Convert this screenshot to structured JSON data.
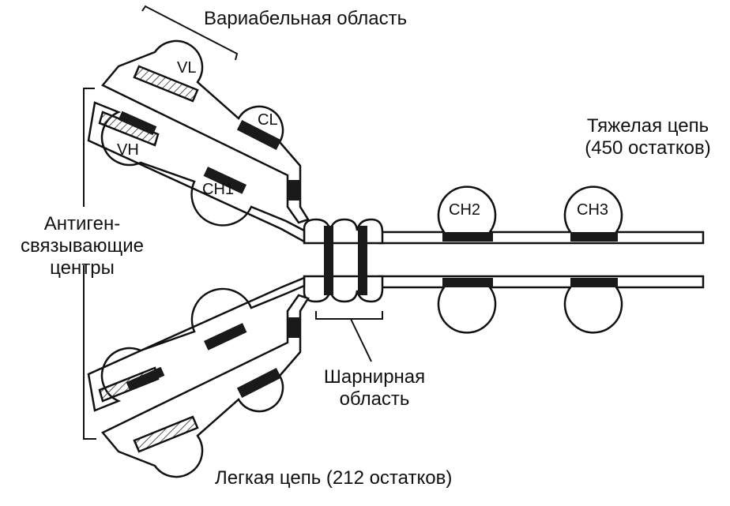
{
  "labels": {
    "variable_region": "Вариабельная область",
    "heavy_chain_line1": "Тяжелая цепь",
    "heavy_chain_line2": "(450 остатков)",
    "antigen_line1": "Антиген-",
    "antigen_line2": "связывающие",
    "antigen_line3": "центры",
    "hinge_line1": "Шарнирная",
    "hinge_line2": "область",
    "light_chain": "Легкая цепь (212 остатков)"
  },
  "domains": {
    "vl": "VL",
    "cl": "CL",
    "vh": "VH",
    "ch1": "CH1",
    "ch2": "CH2",
    "ch3": "CH3"
  },
  "colors": {
    "line": "#111111",
    "fill": "#ffffff",
    "band": "#1a1a1a",
    "hatch": "#555555"
  }
}
